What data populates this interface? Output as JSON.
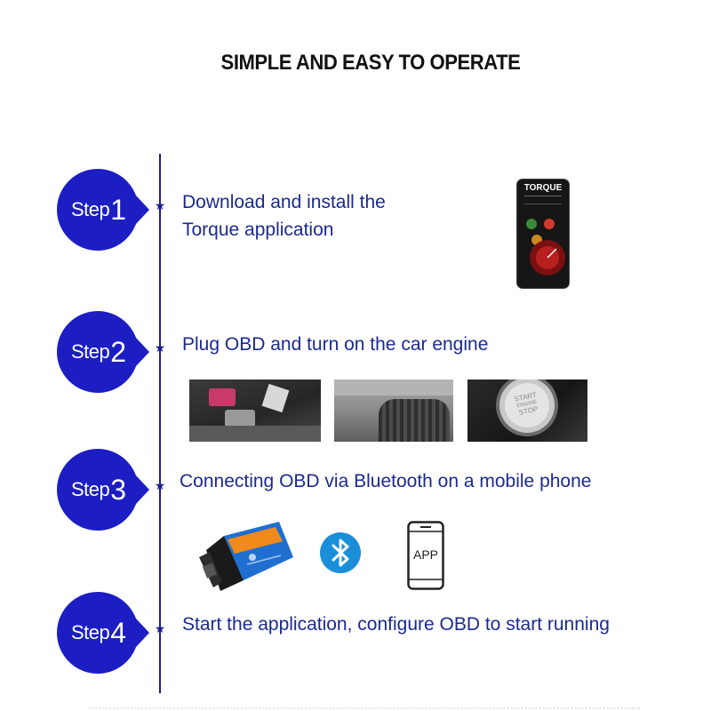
{
  "title": "SIMPLE AND EASY TO OPERATE",
  "colors": {
    "badge": "#1c1ec4",
    "timeline": "#1a1e8c",
    "text": "#1a2a8f",
    "bluetooth": "#1a8fd8"
  },
  "steps": [
    {
      "word": "Step",
      "number": "1",
      "text_lines": [
        "Download and install the",
        "Torque application"
      ]
    },
    {
      "word": "Step",
      "number": "2",
      "text_lines": [
        "Plug OBD and turn on the car engine"
      ]
    },
    {
      "word": "Step",
      "number": "3",
      "text_lines": [
        "Connecting OBD via Bluetooth on a mobile phone"
      ]
    },
    {
      "word": "Step",
      "number": "4",
      "text_lines": [
        "Start the application, configure OBD to start running"
      ]
    }
  ],
  "torque_phone": {
    "app_name": "TORQUE"
  },
  "photos": [
    {
      "name": "obd-port-photo"
    },
    {
      "name": "car-pedal-photo"
    },
    {
      "name": "start-button-photo",
      "button_lines": [
        "START",
        "ENGINE",
        "STOP"
      ]
    }
  ],
  "icons": {
    "obd_adapter": "obd-adapter-icon",
    "bluetooth": "bluetooth-icon",
    "phone": "phone-icon",
    "phone_label": "APP"
  }
}
